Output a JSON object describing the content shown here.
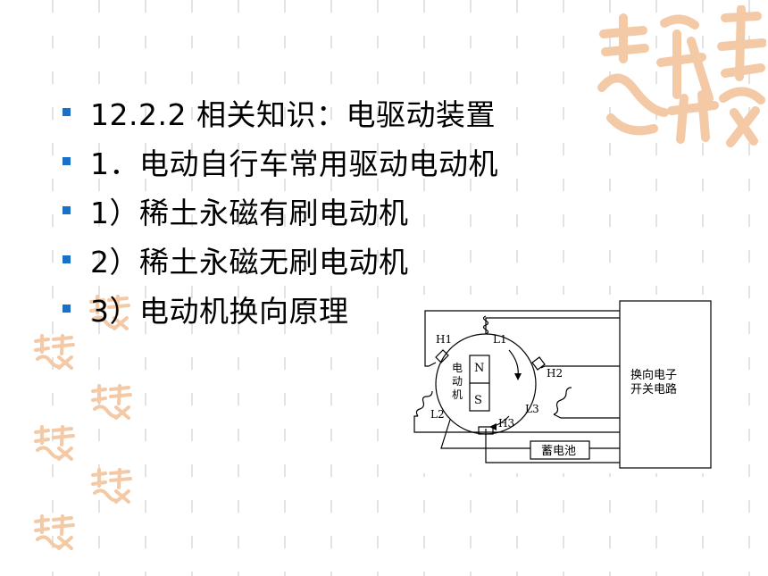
{
  "bullets": [
    {
      "text": "12.2.2  相关知识：电驱动装置"
    },
    {
      "text": "1．电动自行车常用驱动电动机"
    },
    {
      "text": "1）稀土永磁有刷电动机"
    },
    {
      "text": "2）稀土永磁无刷电动机"
    },
    {
      "text": "3）电动机换向原理"
    }
  ],
  "diagram": {
    "hall_labels": [
      "H1",
      "H2",
      "H3"
    ],
    "coil_labels": [
      "L1",
      "L2",
      "L3"
    ],
    "magnet_north": "N",
    "magnet_south": "S",
    "motor_label": [
      "电",
      "动",
      "机"
    ],
    "switch_box_lines": [
      "换向电子",
      "开关电路"
    ],
    "battery_label": "蓄电池"
  },
  "colors": {
    "bullet_marker": "#1a6fc9",
    "seal": "#f4c9a6",
    "dashed_lines": "#e2e2e2"
  }
}
